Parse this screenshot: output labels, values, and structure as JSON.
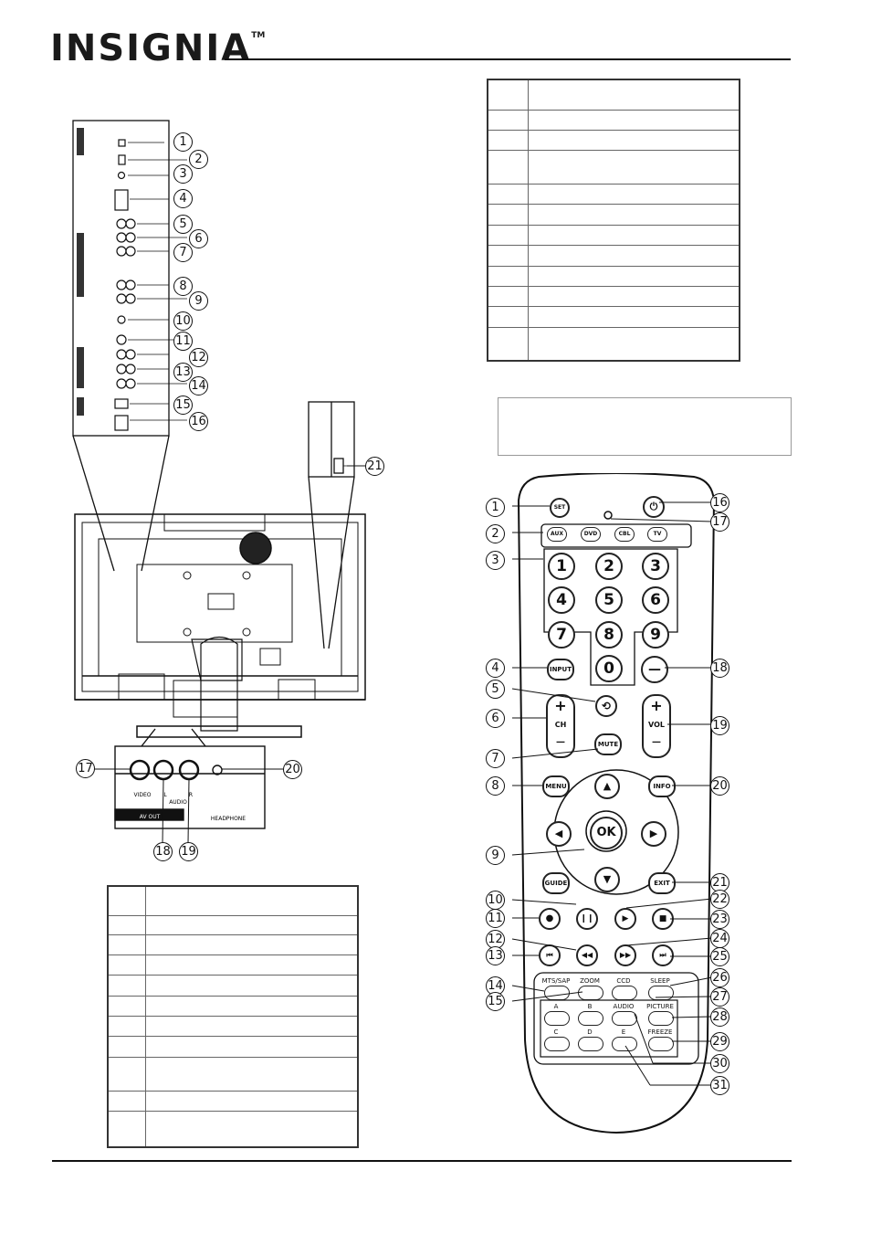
{
  "header": {
    "brand": "INSIGNIA",
    "trademark": "TM"
  },
  "tv_back": {
    "panel_callouts": [
      "1",
      "2",
      "3",
      "4",
      "5",
      "6",
      "7",
      "8",
      "9",
      "10",
      "11",
      "12",
      "13",
      "14",
      "15",
      "16"
    ],
    "side_callout": "21",
    "av_callouts": [
      "17",
      "18",
      "19",
      "20"
    ],
    "av_labels": {
      "video": "VIDEO",
      "left": "L",
      "audio": "AUDIO",
      "right": "R",
      "av_out": "AV OUT",
      "headphone": "HEADPHONE"
    }
  },
  "remote": {
    "callouts": [
      "1",
      "2",
      "3",
      "4",
      "5",
      "6",
      "7",
      "8",
      "9",
      "10",
      "11",
      "12",
      "13",
      "14",
      "15",
      "16",
      "17",
      "18",
      "19",
      "20",
      "21",
      "22",
      "23",
      "24",
      "25",
      "26",
      "27",
      "28",
      "29",
      "30",
      "31"
    ],
    "set": "SET",
    "sources": [
      "AUX",
      "DVD",
      "CBL",
      "TV"
    ],
    "digits": [
      "1",
      "2",
      "3",
      "4",
      "5",
      "6",
      "7",
      "8",
      "9",
      "0"
    ],
    "input": "INPUT",
    "dash": "—",
    "ch": "CH",
    "vol": "VOL",
    "plus": "+",
    "minus": "—",
    "mute": "MUTE",
    "menu": "MENU",
    "info": "INFO",
    "ok": "OK",
    "guide": "GUIDE",
    "exit": "EXIT",
    "labels_top": [
      "MTS/SAP",
      "ZOOM",
      "CCD",
      "SLEEP"
    ],
    "labels_mid": [
      "A",
      "B",
      "AUDIO",
      "PICTURE"
    ],
    "labels_bot": [
      "C",
      "D",
      "E",
      "FREEZE"
    ]
  }
}
